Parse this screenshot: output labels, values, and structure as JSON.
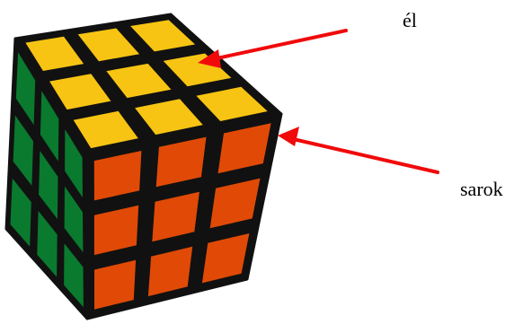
{
  "labels": {
    "edge": "él",
    "corner": "sarok"
  },
  "colors": {
    "top_face": "#F7C413",
    "left_face": "#0A7A2E",
    "right_face": "#E04A06",
    "sticker_lines": "#111111",
    "arrows": "#F00A0A"
  },
  "cube": {
    "grid": 3
  }
}
